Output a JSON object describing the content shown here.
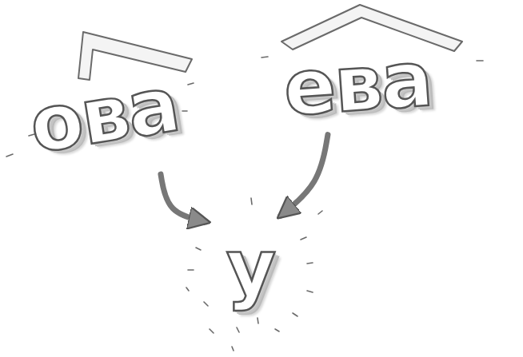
{
  "diagram": {
    "nodes": [
      {
        "text": [
          "ова"
        ]
      },
      {
        "text": [
          "ева"
        ]
      },
      {
        "text": [
          "у"
        ]
      }
    ],
    "edges": [
      {
        "from": 0,
        "to": 2,
        "arrow": "to"
      },
      {
        "from": 1,
        "to": 2,
        "arrow": "to"
      }
    ]
  }
}
